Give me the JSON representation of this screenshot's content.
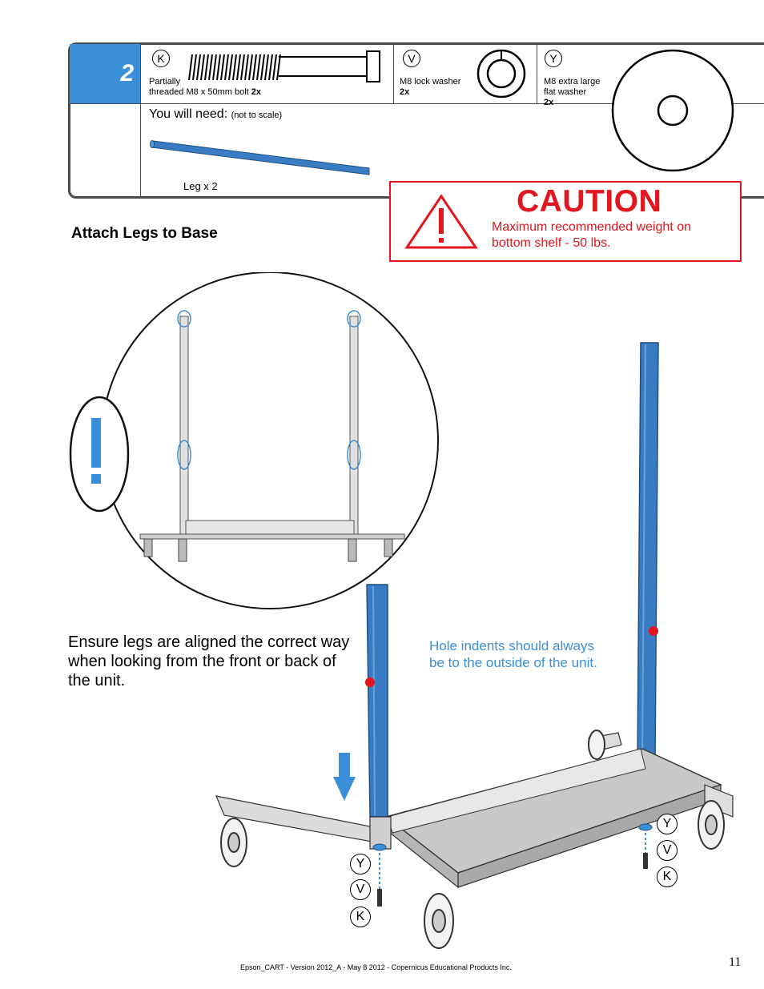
{
  "step": {
    "number": "2"
  },
  "parts": {
    "k": {
      "letter": "K",
      "line1": "Partially",
      "line2": "threaded M8 x 50mm bolt",
      "qty": "2x"
    },
    "v": {
      "letter": "V",
      "name": "M8 lock washer",
      "qty": "2x"
    },
    "y": {
      "letter": "Y",
      "line1": "M8 extra large",
      "line2": "flat washer",
      "qty": "2x"
    }
  },
  "need": {
    "title": "You will need:",
    "note": "(not to scale)",
    "leg_label": "Leg x 2"
  },
  "caution": {
    "title": "CAUTION",
    "text": "Maximum recommended weight on bottom shelf - 50 lbs."
  },
  "section_title": "Attach Legs to Base",
  "instruction": "Ensure legs are aligned the correct way when looking from the front or back of the unit.",
  "note": "Hole indents should always be to the outside of the unit.",
  "callouts": {
    "left": [
      "Y",
      "V",
      "K"
    ],
    "right": [
      "Y",
      "V",
      "K"
    ]
  },
  "footer": "Epson_CART - Version 2012_A - May 8 2012 - Copernicus Educational Products Inc.",
  "page_number": "11",
  "colors": {
    "accent_blue": "#3a8fd6",
    "caution_red": "#e1161e",
    "leg_blue": "#3a7cc4"
  }
}
